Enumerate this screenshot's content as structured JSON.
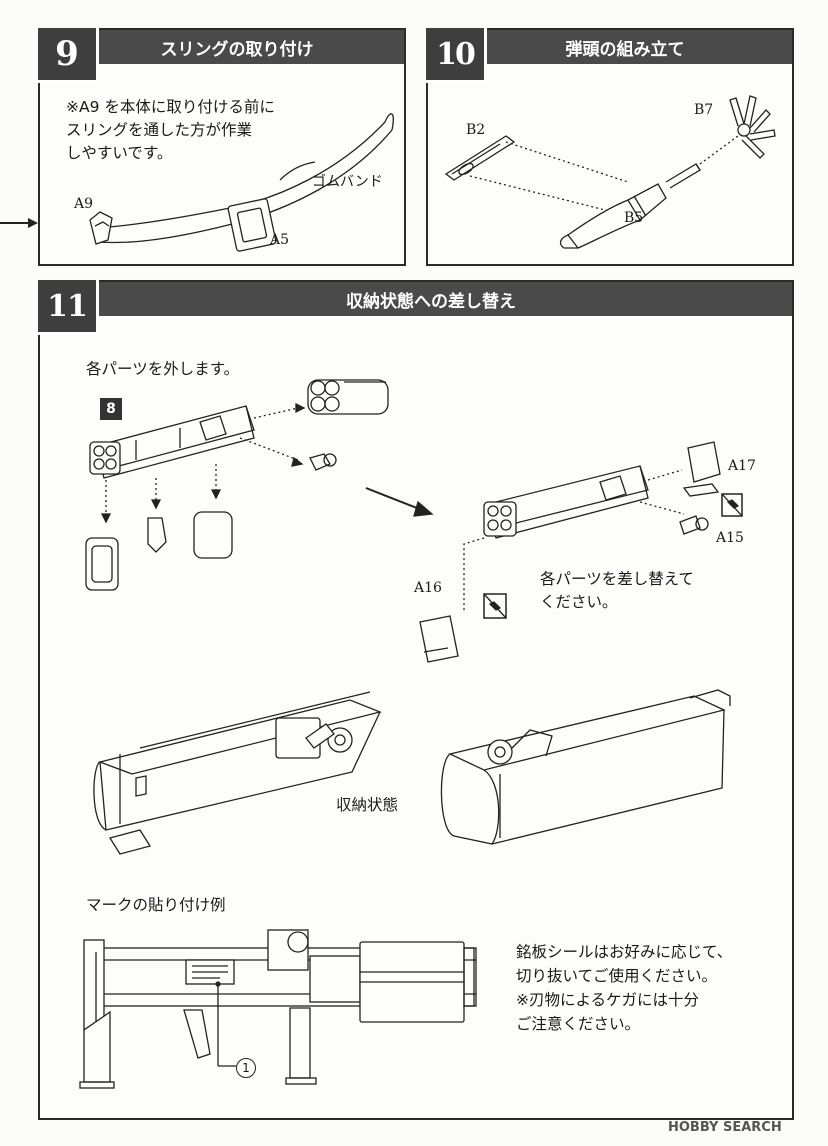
{
  "step9": {
    "number": "9",
    "title": "スリングの取り付け",
    "note_lines": [
      "※A9 を本体に取り付ける前に",
      "スリングを通した方が作業",
      "しやすいです。"
    ],
    "labels": {
      "rubber_band": "ゴムバンド",
      "a9": "A9",
      "a5": "A5"
    }
  },
  "step10": {
    "number": "10",
    "title": "弾頭の組み立て",
    "labels": {
      "b2": "B2",
      "b7": "B7",
      "b5": "B5"
    }
  },
  "step11": {
    "number": "11",
    "title": "収納状態への差し替え",
    "remove_text": "各パーツを外します。",
    "ref_badge": "8",
    "replace_lines": [
      "各パーツを差し替えて",
      "ください。"
    ],
    "labels": {
      "a17": "A17",
      "a15": "A15",
      "a16": "A16"
    },
    "stored_label": "収納状態",
    "mark_title": "マークの貼り付け例",
    "plate_lines": [
      "銘板シールはお好みに応じて、",
      "切り抜いてご使用ください。",
      "※刃物によるケガには十分",
      "ご注意ください。"
    ],
    "callout": "1"
  },
  "watermark": "HOBBY SEARCH"
}
